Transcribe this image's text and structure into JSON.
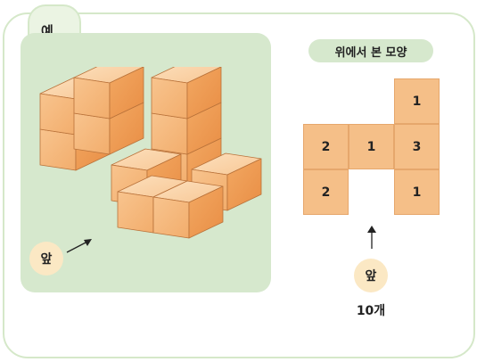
{
  "example_label": "예",
  "front_label": "앞",
  "top_view_title": "위에서 본 모양",
  "grid_cells": [
    {
      "row": 0,
      "col": 2,
      "value": "1"
    },
    {
      "row": 1,
      "col": 0,
      "value": "2"
    },
    {
      "row": 1,
      "col": 1,
      "value": "1"
    },
    {
      "row": 1,
      "col": 2,
      "value": "3"
    },
    {
      "row": 2,
      "col": 0,
      "value": "2"
    },
    {
      "row": 2,
      "col": 2,
      "value": "1"
    }
  ],
  "total_count": "10개",
  "colors": {
    "cube_top": "#fbd3a8",
    "cube_front": "#f6b97c",
    "cube_side": "#ee9a52",
    "panel": "#d6e8cd"
  }
}
